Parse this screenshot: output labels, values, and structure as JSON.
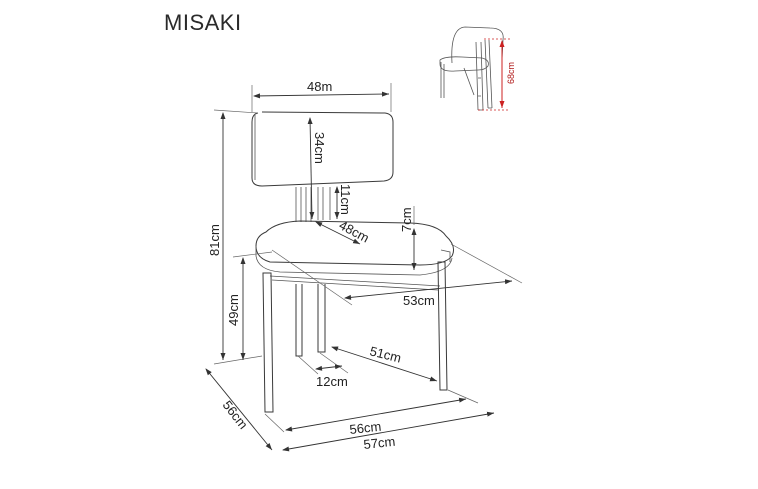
{
  "title": "MISAKI",
  "side_view": {
    "height_label": "68cm",
    "accent_color": "#c22222"
  },
  "dimensions": {
    "backrest_width": "48m",
    "backrest_height": "34cm",
    "gap_back_to_seat": "11cm",
    "seat_depth": "48cm",
    "seat_thickness": "7cm",
    "total_height": "81cm",
    "seat_height": "49cm",
    "seat_width": "53cm",
    "leg_span_diagonal": "51cm",
    "back_leg_spacing": "12cm",
    "depth": "56cm",
    "front_leg_span": "56cm",
    "total_width": "57cm"
  }
}
